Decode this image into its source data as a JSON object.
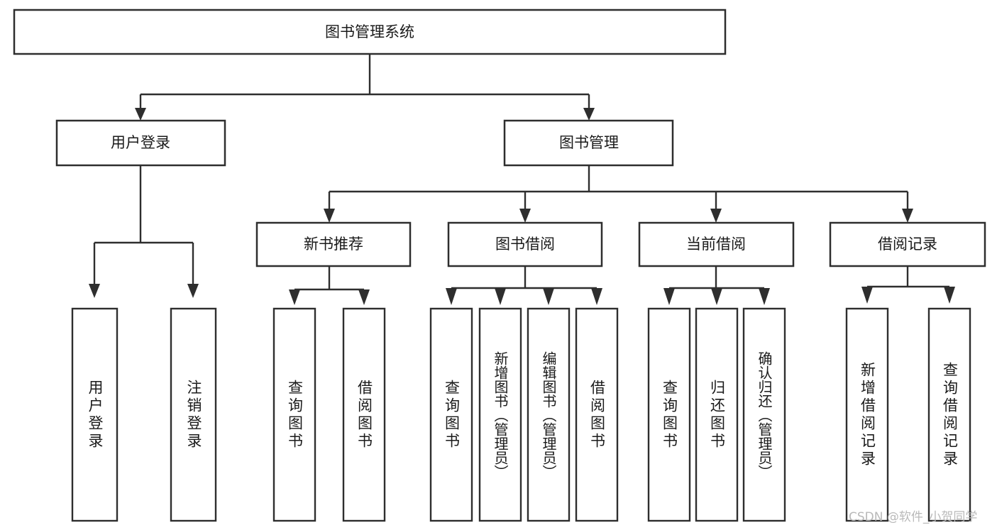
{
  "diagram": {
    "type": "tree-hierarchy",
    "title": "图书管理系统",
    "orientation": "top-down",
    "style": {
      "box_fill": "#ffffff",
      "box_stroke": "#2e2e2e",
      "text_color": "#1a1a1a",
      "background": "#ffffff",
      "watermark_color": "#b9b9b9"
    },
    "nodes": {
      "root": {
        "label": "图书管理系统"
      },
      "level2": [
        {
          "label": "用户登录"
        },
        {
          "label": "图书管理"
        }
      ],
      "level3": [
        {
          "label": "新书推荐"
        },
        {
          "label": "图书借阅"
        },
        {
          "label": "当前借阅"
        },
        {
          "label": "借阅记录"
        }
      ],
      "leaves": {
        "user_login": [
          {
            "label": "用户登录"
          },
          {
            "label": "注销登录"
          }
        ],
        "new_book_recommend": [
          {
            "label": "查询图书"
          },
          {
            "label": "借阅图书"
          }
        ],
        "book_borrow": [
          {
            "label": "查询图书"
          },
          {
            "label": "新增图书（管理员）"
          },
          {
            "label": "编辑图书（管理员）"
          },
          {
            "label": "借阅图书"
          }
        ],
        "current_borrow": [
          {
            "label": "查询图书"
          },
          {
            "label": "归还图书"
          },
          {
            "label": "确认归还（管理员）"
          }
        ],
        "borrow_record": [
          {
            "label": "新增借阅记录"
          },
          {
            "label": "查询借阅记录"
          }
        ]
      }
    },
    "edges": [
      {
        "from": "图书管理系统",
        "to": "用户登录"
      },
      {
        "from": "图书管理系统",
        "to": "图书管理"
      },
      {
        "from": "图书管理",
        "to": "新书推荐"
      },
      {
        "from": "图书管理",
        "to": "图书借阅"
      },
      {
        "from": "图书管理",
        "to": "当前借阅"
      },
      {
        "from": "图书管理",
        "to": "借阅记录"
      },
      {
        "from": "用户登录",
        "to": "用户登录"
      },
      {
        "from": "用户登录",
        "to": "注销登录"
      },
      {
        "from": "新书推荐",
        "to": "查询图书"
      },
      {
        "from": "新书推荐",
        "to": "借阅图书"
      },
      {
        "from": "图书借阅",
        "to": "查询图书"
      },
      {
        "from": "图书借阅",
        "to": "新增图书（管理员）"
      },
      {
        "from": "图书借阅",
        "to": "编辑图书（管理员）"
      },
      {
        "from": "图书借阅",
        "to": "借阅图书"
      },
      {
        "from": "当前借阅",
        "to": "查询图书"
      },
      {
        "from": "当前借阅",
        "to": "归还图书"
      },
      {
        "from": "当前借阅",
        "to": "确认归还（管理员）"
      },
      {
        "from": "借阅记录",
        "to": "新增借阅记录"
      },
      {
        "from": "借阅记录",
        "to": "查询借阅记录"
      }
    ]
  },
  "watermark": {
    "text": "CSDN @软件_小贺同学"
  }
}
